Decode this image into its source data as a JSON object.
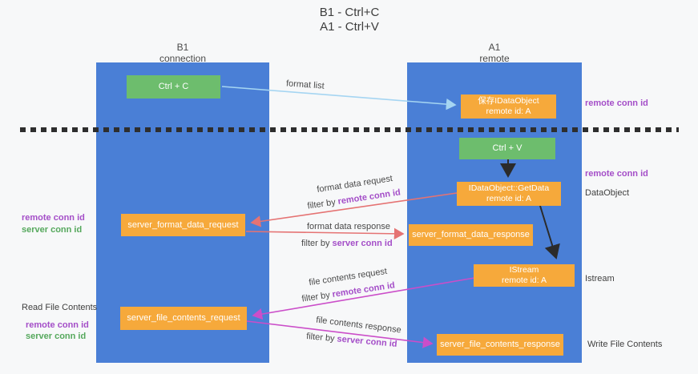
{
  "title": {
    "line1": "B1 - Ctrl+C",
    "line2": "A1 - Ctrl+V"
  },
  "columns": {
    "left": {
      "name": "B1",
      "role": "connection"
    },
    "right": {
      "name": "A1",
      "role": "remote"
    }
  },
  "boxes": {
    "ctrl_c": {
      "label": "Ctrl + C"
    },
    "save_idataobject": {
      "line1": "保存IDataObject",
      "line2": "remote id: A"
    },
    "ctrl_v": {
      "label": "Ctrl + V"
    },
    "getdata": {
      "line1": "IDataObject::GetData",
      "line2": "remote id: A"
    },
    "server_format_data_request": {
      "label": "server_format_data_request"
    },
    "server_format_data_response": {
      "label": "server_format_data_response"
    },
    "istream": {
      "line1": "IStream",
      "line2": "remote id: A"
    },
    "server_file_contents_request": {
      "label": "server_file_contents_request"
    },
    "server_file_contents_response": {
      "label": "server_file_contents_response"
    }
  },
  "arrow_labels": {
    "format_list": "format list",
    "format_data_request": "format data request",
    "format_data_response": "format data response",
    "file_contents_request": "file contents request",
    "file_contents_response": "file contents response",
    "filter_prefix": "filter by",
    "remote_conn_id": "remote conn id",
    "server_conn_id": "server conn id"
  },
  "side_labels": {
    "right": [
      {
        "text": "remote conn id"
      },
      {
        "text": "remote conn id"
      },
      {
        "text": "DataObject"
      },
      {
        "text": "Istream"
      },
      {
        "text": "Write File Contents"
      }
    ],
    "left_mid": [
      {
        "text": "remote conn id"
      },
      {
        "text": "server conn id"
      }
    ],
    "left_bottom": [
      {
        "text": "Read File Contents"
      },
      {
        "text": "remote conn id"
      },
      {
        "text": "server conn id"
      }
    ]
  },
  "colors": {
    "column_blue": "#4a7fd6",
    "box_green": "#6dbd6d",
    "box_orange": "#f6a93b",
    "purple_label": "#a44ec8",
    "green_label": "#55a85c",
    "arrow_blue": "#a5d5f2",
    "arrow_red": "#e57373",
    "arrow_magenta": "#cb4ec9",
    "arrow_black": "#2b2b2b"
  }
}
